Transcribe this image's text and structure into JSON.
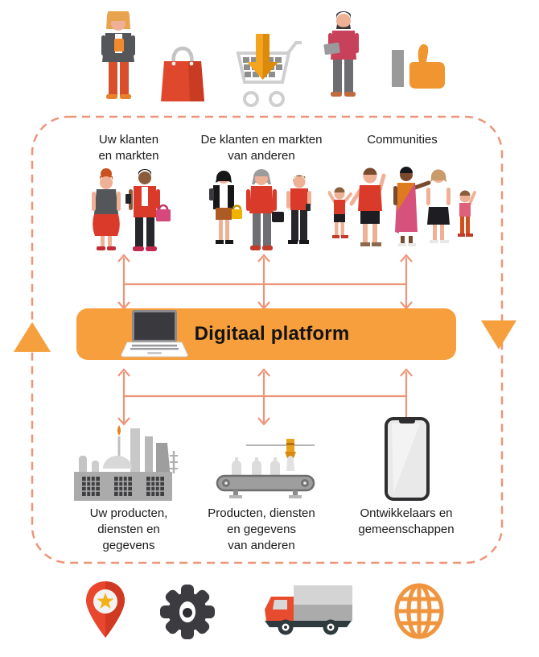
{
  "page_title": "Digitaal platform",
  "colors": {
    "accent_orange": "#F79E3D",
    "triangle_orange": "#F5A03C",
    "connector_salmon": "#EC9579",
    "brand_red": "#E0432C",
    "text": "#1A1A1A"
  },
  "top_illustrations": {
    "items": [
      {
        "icon": "woman-with-phone"
      },
      {
        "icon": "shopping-bag"
      },
      {
        "icon": "cart-with-download-arrow"
      },
      {
        "icon": "man-with-tablet"
      },
      {
        "icon": "thumbs-up"
      }
    ]
  },
  "diagram": {
    "top_nodes": [
      {
        "label": "Uw klanten\nen markten",
        "illustration": "two-customers"
      },
      {
        "label": "De klanten en markten\nvan anderen",
        "illustration": "three-customers"
      },
      {
        "label": "Communities",
        "illustration": "community-group"
      }
    ],
    "platform": {
      "label": "Digitaal platform",
      "icon": "laptop"
    },
    "bottom_nodes": [
      {
        "label": "Uw producten,\ndiensten en\ngegevens",
        "illustration": "factory"
      },
      {
        "label": "Producten, diensten\nen gegevens\nvan anderen",
        "illustration": "conveyor-belt"
      },
      {
        "label": "Ontwikkelaars en\ngemeenschappen",
        "illustration": "smartphone"
      }
    ]
  },
  "bottom_icons": {
    "items": [
      {
        "icon": "location-pin-star"
      },
      {
        "icon": "gear"
      },
      {
        "icon": "delivery-truck"
      },
      {
        "icon": "globe"
      }
    ]
  }
}
